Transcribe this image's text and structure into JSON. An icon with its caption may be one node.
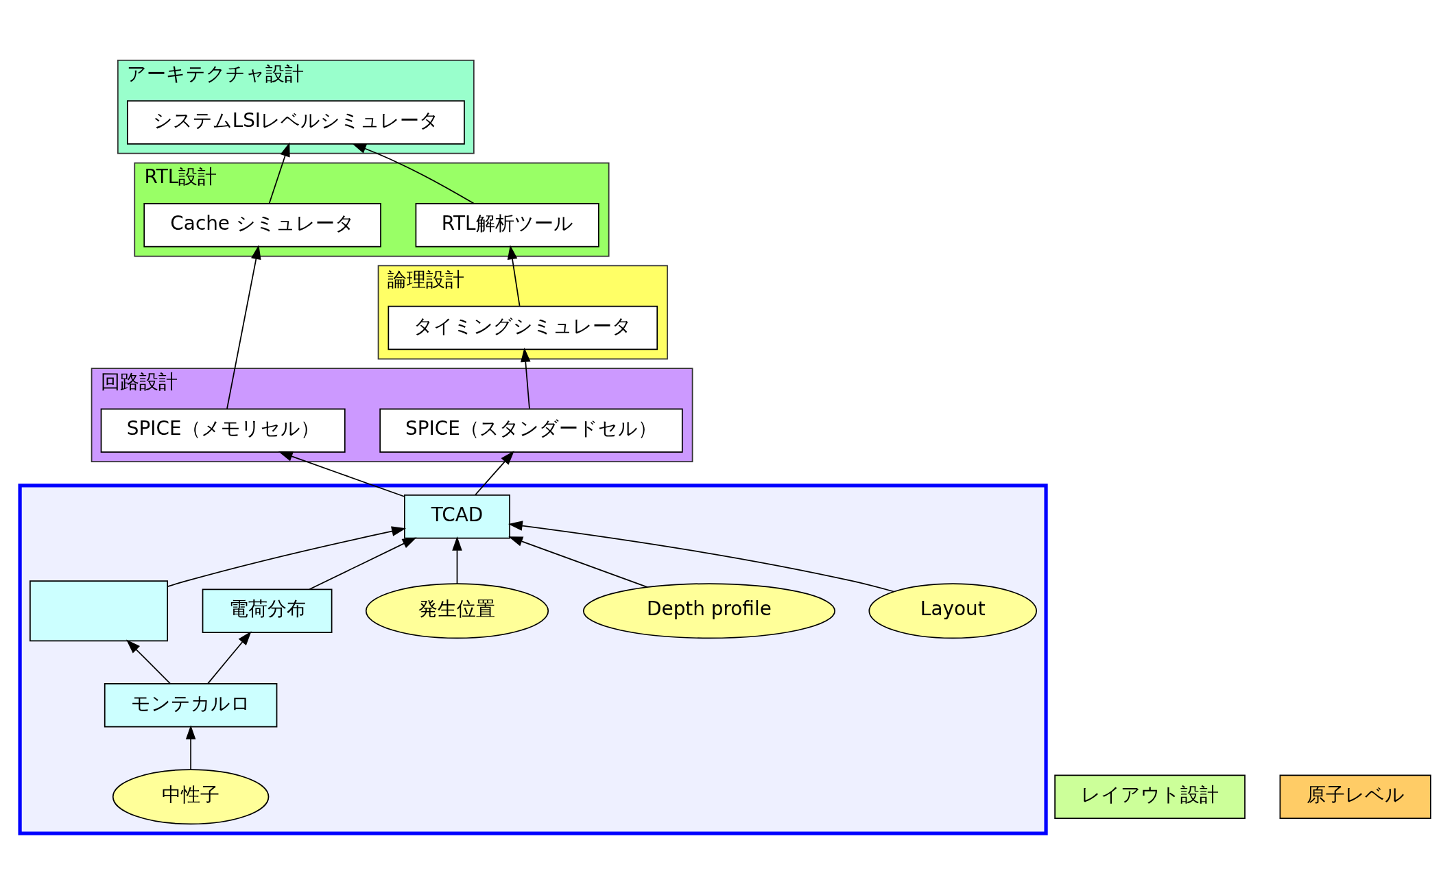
{
  "diagram": {
    "nodes": [
      {
        "text": [
          "アーキテクチャ設計"
        ]
      },
      {
        "text": [
          "システムLSIレベルシミュレータ"
        ],
        "in": 0
      },
      {
        "text": [
          "RTL設計"
        ]
      },
      {
        "text": [
          "Cache シミュレータ"
        ],
        "in": 2
      },
      {
        "text": [
          "RTL解析ツール"
        ],
        "in": 2
      },
      {
        "text": [
          "論理設計"
        ]
      },
      {
        "text": [
          "タイミングシミュレータ"
        ],
        "in": 5
      },
      {
        "text": [
          "回路設計"
        ]
      },
      {
        "text": [
          "SPICE（メモリセル）"
        ],
        "in": 7
      },
      {
        "text": [
          "SPICE（スタンダードセル）"
        ],
        "in": 7
      },
      {
        "text": [
          "レイアウト設計"
        ]
      },
      {
        "text": [
          "原子レベル"
        ]
      },
      {
        "text": [],
        "shape": "box"
      },
      {
        "text": [
          "TCAD"
        ],
        "in": 12
      },
      {
        "text": [
          "Layout"
        ],
        "in": 12
      },
      {
        "text": [
          "Depth profile"
        ],
        "in": 12
      },
      {
        "text": [
          "発生位置"
        ],
        "in": 12
      },
      {
        "text": [],
        "shape": "box",
        "in": 12
      },
      {
        "text": [
          "電荷分布"
        ],
        "in": 12
      },
      {
        "text": [
          "中性子"
        ],
        "in": 12
      },
      {
        "text": [
          "モンテカルロ"
        ],
        "in": 12
      }
    ],
    "edges": [
      {
        "from": 3,
        "to": 1,
        "arrow": "to"
      },
      {
        "from": 4,
        "to": 1,
        "arrow": "to"
      },
      {
        "from": 8,
        "to": 3,
        "arrow": "to"
      },
      {
        "from": 6,
        "to": 4,
        "arrow": "to"
      },
      {
        "from": 9,
        "to": 6,
        "arrow": "to"
      },
      {
        "from": 13,
        "to": 8,
        "arrow": "to"
      },
      {
        "from": 13,
        "to": 9,
        "arrow": "to"
      },
      {
        "from": 14,
        "to": 13,
        "arrow": "to"
      },
      {
        "from": 15,
        "to": 13,
        "arrow": "to"
      },
      {
        "from": 16,
        "to": 13,
        "arrow": "to"
      },
      {
        "from": 17,
        "to": 13,
        "arrow": "to"
      },
      {
        "from": 18,
        "to": 13,
        "arrow": "to"
      },
      {
        "from": 20,
        "to": 17,
        "arrow": "to"
      },
      {
        "from": 20,
        "to": 18,
        "arrow": "to"
      },
      {
        "from": 19,
        "to": 20,
        "arrow": "to"
      }
    ]
  }
}
